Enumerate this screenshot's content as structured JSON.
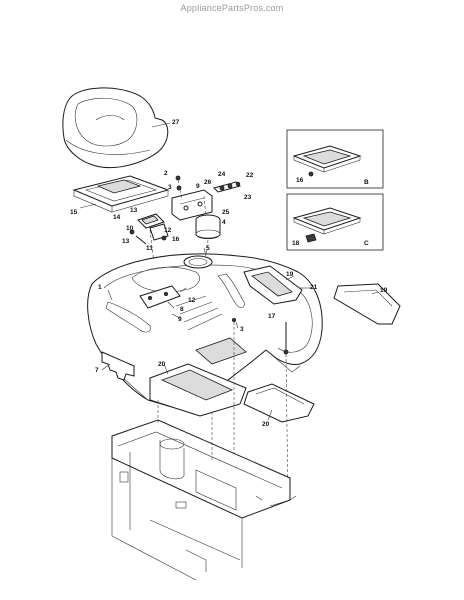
{
  "watermark": "AppliancePartsPros.com",
  "inset_b": {
    "letter": "B",
    "callout": "16"
  },
  "inset_c": {
    "letter": "C",
    "callout": "18"
  },
  "callouts": {
    "c27": "27",
    "c2": "2",
    "c3a": "3",
    "c9a": "9",
    "c26": "26",
    "c24": "24",
    "c22": "22",
    "c23": "23",
    "c25": "25",
    "c4": "4",
    "c15": "15",
    "c13a": "13",
    "c14": "14",
    "c10": "10",
    "c12a": "12",
    "c16a": "16",
    "c13b": "13",
    "c11": "11",
    "c5": "5",
    "c19a": "19",
    "c21": "21",
    "c19b": "19",
    "c1": "1",
    "c12b": "12",
    "c8": "8",
    "c9b": "9",
    "c17": "17",
    "c3b": "3",
    "c7": "7",
    "c20a": "20",
    "c20b": "20"
  }
}
